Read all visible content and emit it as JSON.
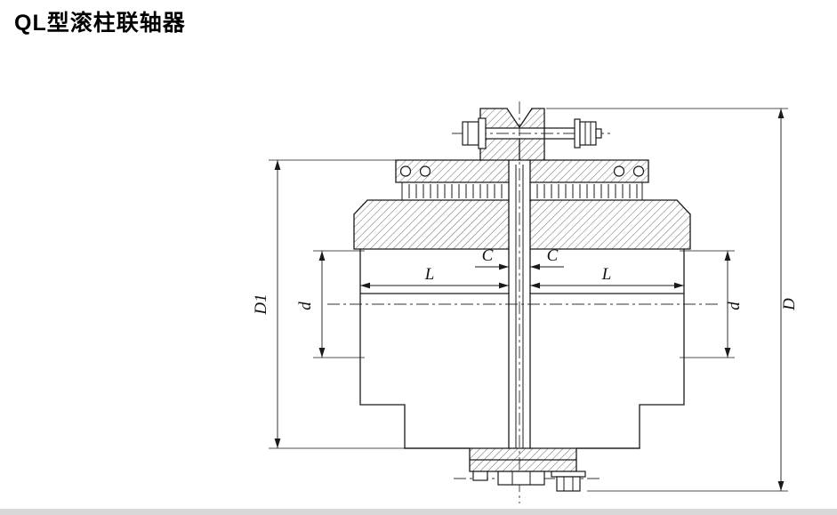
{
  "title": "QL型滚柱联轴器",
  "dimensions": {
    "flange_diameter": "D1",
    "bore_left": "d",
    "hub_length_left": "L",
    "gap_left": "C",
    "gap_right": "C",
    "hub_length_right": "L",
    "bore_right": "d",
    "outer_diameter": "D"
  }
}
